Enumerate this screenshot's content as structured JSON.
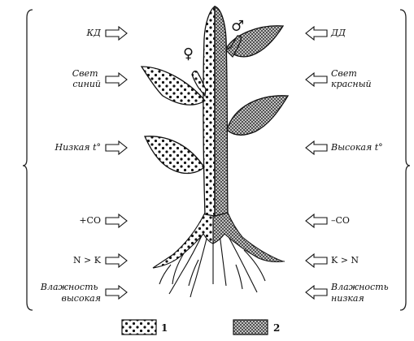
{
  "left_factors": [
    {
      "lines": [
        "КД"
      ]
    },
    {
      "lines": [
        "Свет",
        "синий"
      ]
    },
    {
      "lines": [
        "Низкая t°"
      ]
    },
    {
      "lines": [
        "+CO"
      ]
    },
    {
      "lines": [
        "N > K"
      ]
    },
    {
      "lines": [
        "Влажность",
        "высокая"
      ]
    }
  ],
  "right_factors": [
    {
      "lines": [
        "ДД"
      ]
    },
    {
      "lines": [
        "Свет",
        "красный"
      ]
    },
    {
      "lines": [
        "Высокая t°"
      ]
    },
    {
      "lines": [
        "–CO"
      ]
    },
    {
      "lines": [
        "K > N"
      ]
    },
    {
      "lines": [
        "Влажность",
        "низкая"
      ]
    }
  ],
  "sex_symbols": {
    "female": "♀",
    "male": "♂"
  },
  "legend": {
    "items": [
      {
        "number": "1",
        "pattern": "dots"
      },
      {
        "number": "2",
        "pattern": "crosshatch"
      }
    ]
  }
}
